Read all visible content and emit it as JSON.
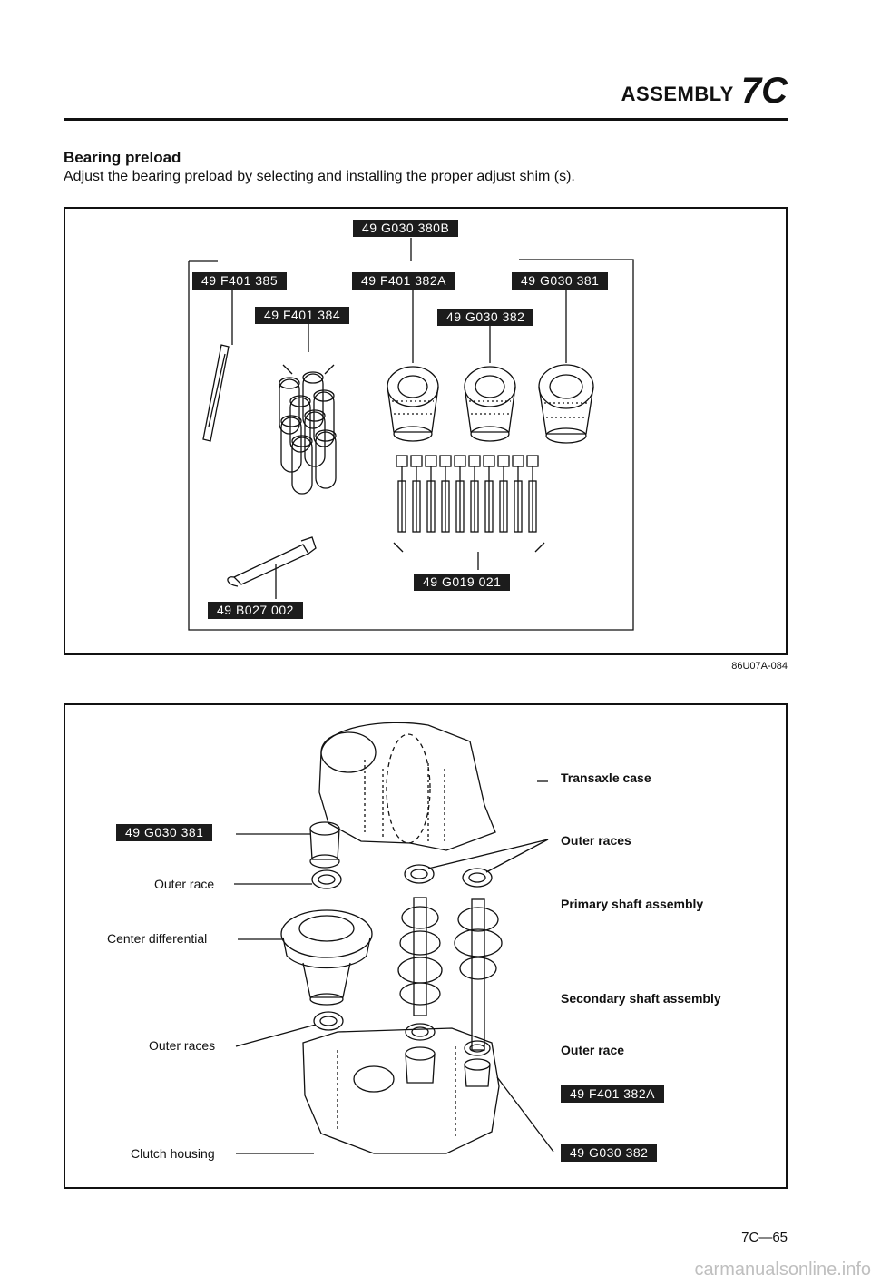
{
  "header": {
    "section_word": "ASSEMBLY",
    "section_code": "7C"
  },
  "section": {
    "title": "Bearing preload",
    "body": "Adjust the bearing preload by selecting and installing the proper adjust shim (s)."
  },
  "figure1": {
    "id": "86U07A-084",
    "tools": {
      "t380b": "49 G030 380B",
      "t385": "49 F401 385",
      "t384": "49 F401 384",
      "t382a": "49 F401 382A",
      "t381": "49 G030 381",
      "t382": "49 G030 382",
      "t021": "49 G019 021",
      "t002": "49 B027 002"
    }
  },
  "figure2": {
    "tools": {
      "t381": "49 G030 381",
      "t382a": "49 F401 382A",
      "t382": "49 G030 382"
    },
    "labels": {
      "transaxle_case": "Transaxle case",
      "outer_races_right": "Outer races",
      "primary_shaft": "Primary shaft assembly",
      "secondary_shaft": "Secondary shaft assembly",
      "outer_race_right": "Outer race",
      "outer_race_left": "Outer race",
      "center_differential": "Center differential",
      "outer_races_left": "Outer races",
      "clutch_housing": "Clutch housing"
    }
  },
  "footer": {
    "page": "7C—65",
    "watermark": "carmanualsonline.info"
  }
}
